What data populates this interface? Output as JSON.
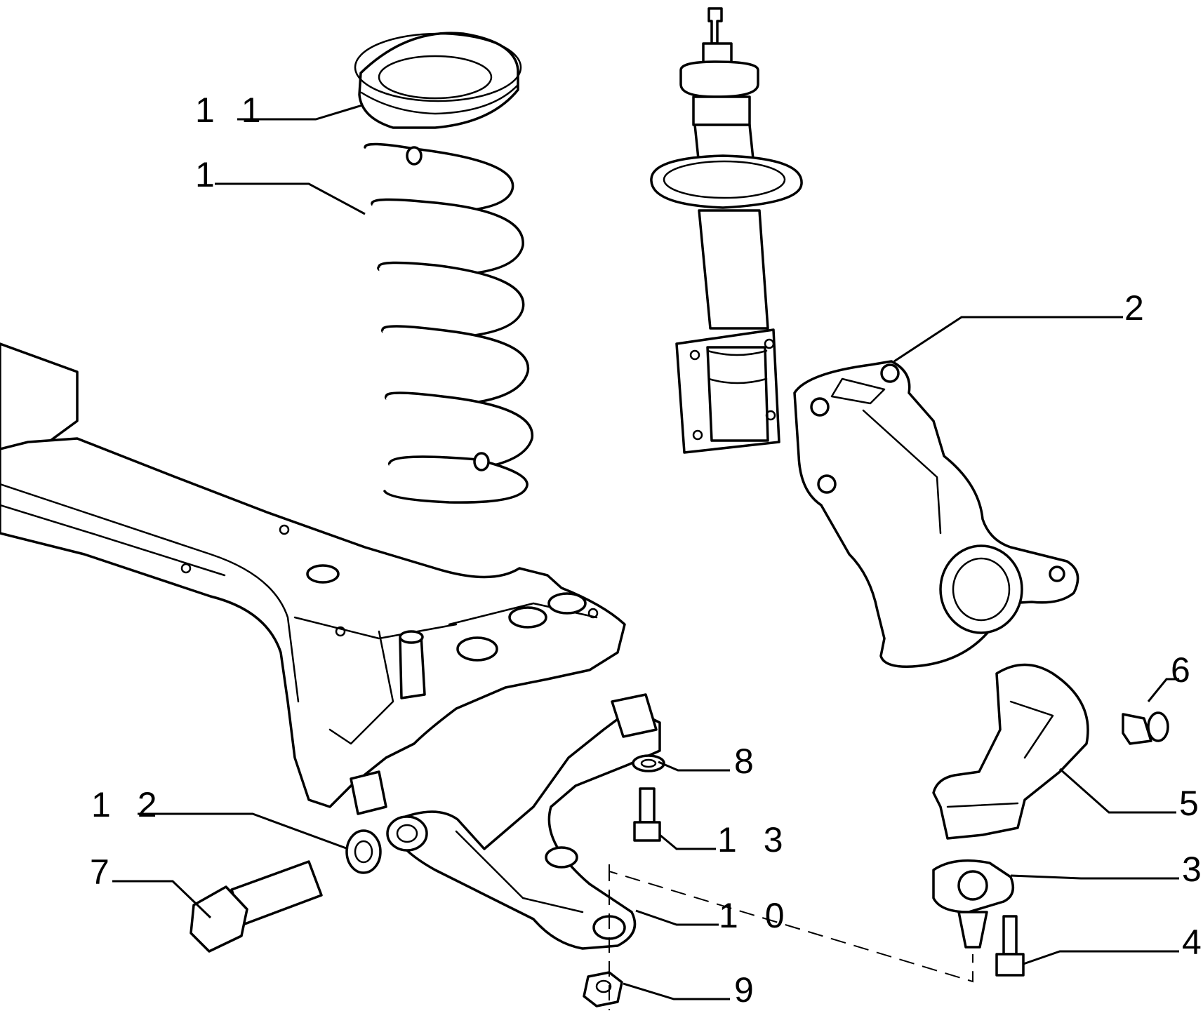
{
  "diagram": {
    "callouts": [
      {
        "id": "spring-seat",
        "label": "1 1"
      },
      {
        "id": "coil-spring",
        "label": "1"
      },
      {
        "id": "knuckle",
        "label": "2"
      },
      {
        "id": "ball-joint",
        "label": "3"
      },
      {
        "id": "ball-joint-bolt",
        "label": "4"
      },
      {
        "id": "brake-shield",
        "label": "5"
      },
      {
        "id": "shield-bolt",
        "label": "6"
      },
      {
        "id": "pivot-bolt",
        "label": "7"
      },
      {
        "id": "washer",
        "label": "8"
      },
      {
        "id": "nut",
        "label": "9"
      },
      {
        "id": "control-arm",
        "label": "1 0"
      },
      {
        "id": "spacer-ring",
        "label": "1 2"
      },
      {
        "id": "arm-bolt",
        "label": "1 3"
      }
    ]
  }
}
